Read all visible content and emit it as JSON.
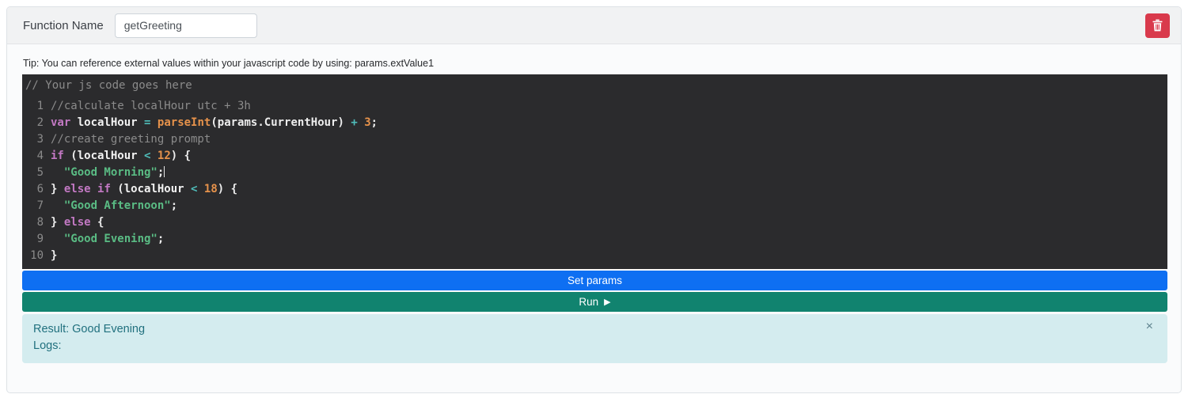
{
  "header": {
    "function_name_label": "Function Name",
    "function_name_value": "getGreeting"
  },
  "tip_text": "Tip: You can reference external values within your javascript code by using: params.extValue1",
  "editor": {
    "placeholder_comment": "// Your js code goes here",
    "lines": [
      {
        "num": "1",
        "tokens": [
          [
            "comment",
            "//calculate localHour utc + 3h"
          ]
        ]
      },
      {
        "num": "2",
        "tokens": [
          [
            "keyword",
            "var"
          ],
          [
            "plain",
            " "
          ],
          [
            "ident",
            "localHour"
          ],
          [
            "plain",
            " "
          ],
          [
            "op",
            "="
          ],
          [
            "plain",
            " "
          ],
          [
            "func",
            "parseInt"
          ],
          [
            "plain",
            "(params.CurrentHour) "
          ],
          [
            "op",
            "+"
          ],
          [
            "plain",
            " "
          ],
          [
            "num",
            "3"
          ],
          [
            "plain",
            ";"
          ]
        ]
      },
      {
        "num": "3",
        "tokens": [
          [
            "comment",
            "//create greeting prompt"
          ]
        ]
      },
      {
        "num": "4",
        "tokens": [
          [
            "keyword",
            "if"
          ],
          [
            "plain",
            " ("
          ],
          [
            "ident",
            "localHour"
          ],
          [
            "plain",
            " "
          ],
          [
            "op",
            "<"
          ],
          [
            "plain",
            " "
          ],
          [
            "num",
            "12"
          ],
          [
            "plain",
            ") {"
          ]
        ]
      },
      {
        "num": "5",
        "caret": true,
        "tokens": [
          [
            "plain",
            "  "
          ],
          [
            "string",
            "\"Good Morning\""
          ],
          [
            "plain",
            ";"
          ]
        ]
      },
      {
        "num": "6",
        "tokens": [
          [
            "plain",
            "} "
          ],
          [
            "keyword",
            "else"
          ],
          [
            "plain",
            " "
          ],
          [
            "keyword",
            "if"
          ],
          [
            "plain",
            " ("
          ],
          [
            "ident",
            "localHour"
          ],
          [
            "plain",
            " "
          ],
          [
            "op",
            "<"
          ],
          [
            "plain",
            " "
          ],
          [
            "num",
            "18"
          ],
          [
            "plain",
            ") {"
          ]
        ]
      },
      {
        "num": "7",
        "tokens": [
          [
            "plain",
            "  "
          ],
          [
            "string",
            "\"Good Afternoon\""
          ],
          [
            "plain",
            ";"
          ]
        ]
      },
      {
        "num": "8",
        "tokens": [
          [
            "plain",
            "} "
          ],
          [
            "keyword",
            "else"
          ],
          [
            "plain",
            " {"
          ]
        ]
      },
      {
        "num": "9",
        "tokens": [
          [
            "plain",
            "  "
          ],
          [
            "string",
            "\"Good Evening\""
          ],
          [
            "plain",
            ";"
          ]
        ]
      },
      {
        "num": "10",
        "tokens": [
          [
            "plain",
            "}"
          ]
        ]
      }
    ]
  },
  "buttons": {
    "set_params_label": "Set params",
    "run_label": "Run",
    "run_play_glyph": "▶"
  },
  "result_panel": {
    "result_line": "Result: Good Evening",
    "logs_line": "Logs:",
    "close_glyph": "×"
  },
  "colors": {
    "set_params_blue": "#0e6ff2",
    "run_teal": "#11836f",
    "delete_red": "#d93a4c",
    "alert_bg": "#d4ecef",
    "alert_text": "#20707e",
    "editor_bg": "#2b2b2d",
    "header_bg": "#f1f2f3"
  }
}
